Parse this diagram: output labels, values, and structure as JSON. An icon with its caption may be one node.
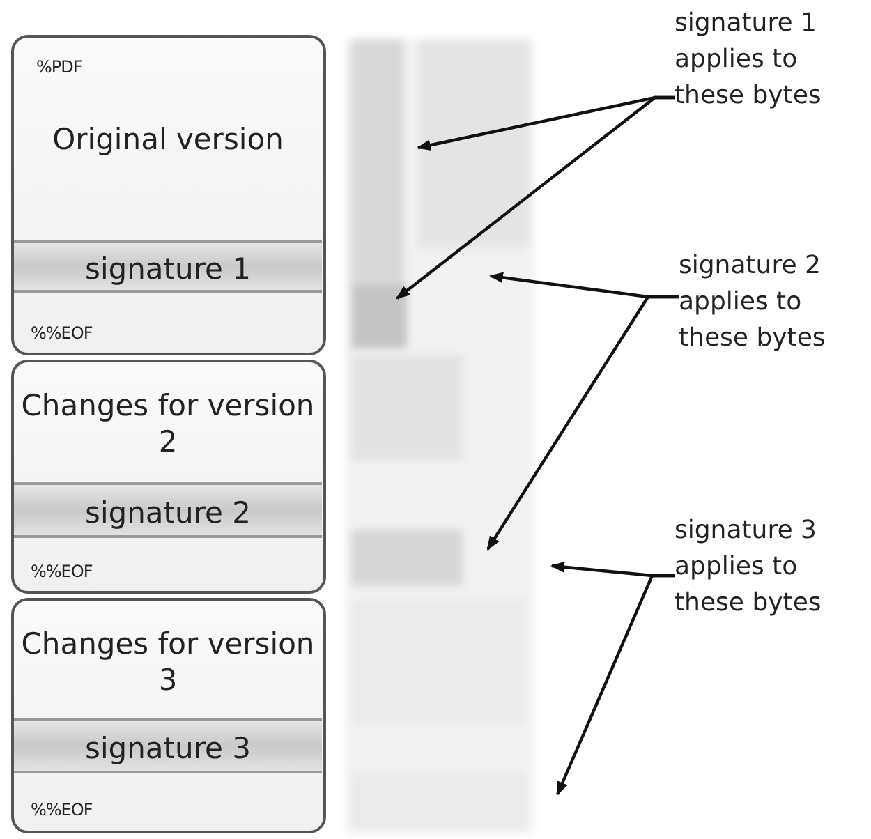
{
  "diagram": {
    "nodes": [
      {
        "text": [
          "%PDF",
          "Original version",
          "%%EOF"
        ]
      },
      {
        "text": [
          "signature 1"
        ],
        "in": 0
      },
      {
        "text": [
          "Changes for version 2",
          "%%EOF"
        ]
      },
      {
        "text": [
          "signature 2"
        ],
        "in": 2
      },
      {
        "text": [
          "Changes for version 3",
          "%%EOF"
        ]
      },
      {
        "text": [
          "signature 3"
        ],
        "in": 4
      },
      {
        "text": [
          "signature 1 applies to these bytes"
        ]
      },
      {
        "text": [
          "signature 2 applies to these bytes"
        ]
      },
      {
        "text": [
          "signature 3 applies to these bytes"
        ]
      }
    ],
    "edges": [
      {
        "from": 6,
        "to": null,
        "arrow": "to"
      },
      {
        "from": 6,
        "to": null,
        "arrow": "to"
      },
      {
        "from": 7,
        "to": null,
        "arrow": "to"
      },
      {
        "from": 7,
        "to": null,
        "arrow": "to"
      },
      {
        "from": 8,
        "to": null,
        "arrow": "to"
      },
      {
        "from": 8,
        "to": null,
        "arrow": "to"
      }
    ]
  }
}
